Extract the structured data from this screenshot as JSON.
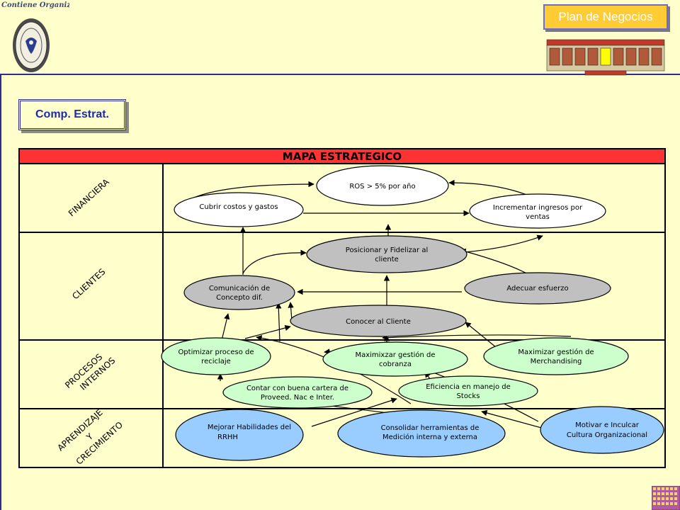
{
  "header": {
    "logo_text": "Contiene Organizaciones",
    "plan_button": "Plan de Negocios",
    "comp_button": "Comp. Estrat."
  },
  "map": {
    "title": "MAPA ESTRATEGICO",
    "rows": [
      {
        "label": "FINANCIERA"
      },
      {
        "label": "CLIENTES"
      },
      {
        "label_line1": "PROCESOS",
        "label_line2": "INTERNOS"
      },
      {
        "label_line1": "APRENDIZAJE",
        "label_line2": "Y",
        "label_line3": "CRECIMIENTO"
      }
    ],
    "nodes": {
      "ros": [
        "ROS > 5% por año"
      ],
      "cubrir": [
        "Cubrir costos y gastos"
      ],
      "incrementar": [
        "Incrementar ingresos por",
        "ventas"
      ],
      "posicionar": [
        "Posicionar y Fidelizar al",
        "cliente"
      ],
      "comunicacion": [
        "Comunicación de",
        "Concepto dif."
      ],
      "adecuar": [
        "Adecuar esfuerzo"
      ],
      "conocer": [
        "Conocer al Cliente"
      ],
      "optimizar": [
        "Optimizar proceso de",
        "reciclaje"
      ],
      "cobranza": [
        "Maximixzar gestión de",
        "cobranza"
      ],
      "merchandising": [
        "Maximizar gestión de",
        "Merchandising"
      ],
      "cartera": [
        "Contar con buena cartera de",
        "Proveed. Nac e Inter."
      ],
      "stocks": [
        "Eficiencia en manejo de",
        "Stocks"
      ],
      "rrhh": [
        "Mejorar Habilidades del",
        "RRHH"
      ],
      "medicion": [
        "Consolidar herramientas de",
        "Medición interna y externa"
      ],
      "cultura": [
        "Motivar e Inculcar",
        "Cultura Organizacional"
      ]
    }
  },
  "colors": {
    "background": "#FFFFCC",
    "title_bar": "#FF3333",
    "node_white": "#FFFFFF",
    "node_gray": "#C0C0C0",
    "node_green": "#CCFFCC",
    "node_blue": "#99CCFF"
  }
}
